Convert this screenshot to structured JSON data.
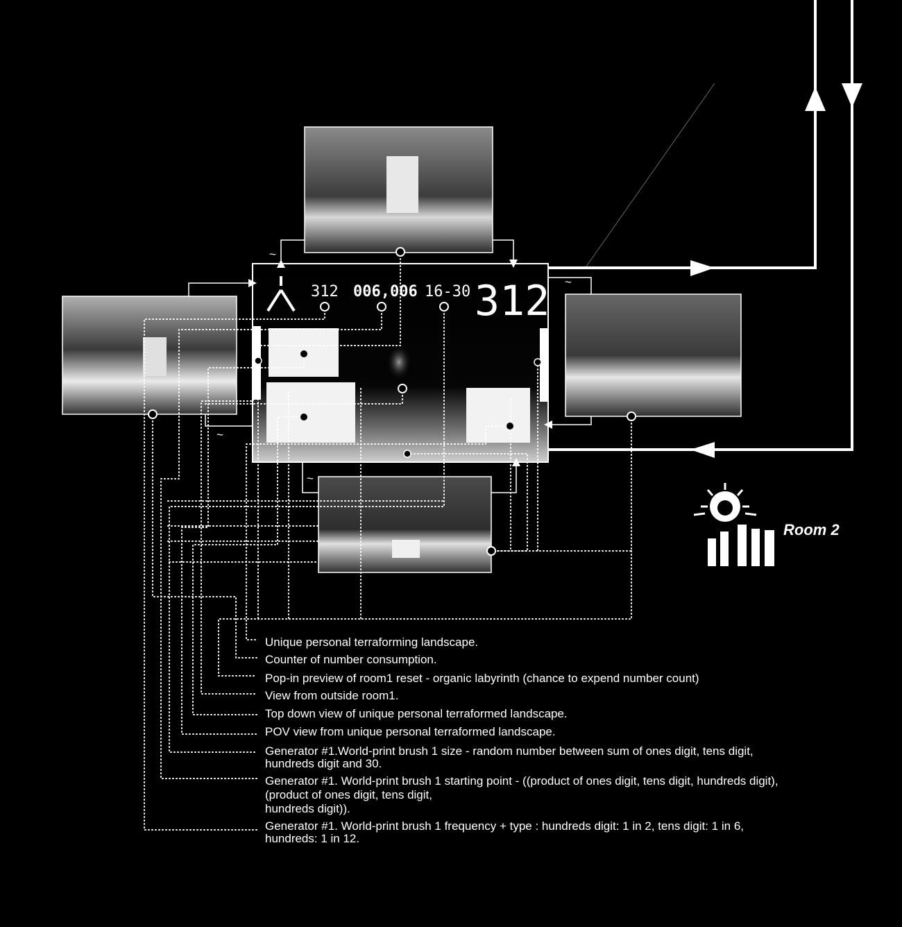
{
  "hud": {
    "number_a": "312",
    "counter": "006,006",
    "range": "16-30",
    "big_number": "312"
  },
  "tilde": "~",
  "legend_title": "Room 2",
  "labels": [
    [
      "Unique personal terraforming landscape."
    ],
    [
      "Counter of number consumption."
    ],
    [
      "Pop-in preview of room1 reset - organic labyrinth (chance to expend number count)"
    ],
    [
      "View from outside room1."
    ],
    [
      "Top down view of unique personal terraformed landscape."
    ],
    [
      "POV view from unique personal terraformed landscape."
    ],
    [
      "Generator #1.World-print brush 1 size - random number between sum of ones digit, tens digit,",
      "hundreds digit and 30."
    ],
    [
      "Generator #1. World-print brush 1 starting point - ((product of ones digit, tens digit, hundreds digit),",
      "(product of ones digit, tens digit,",
      "hundreds digit))."
    ],
    [
      "Generator #1. World-print brush 1 frequency + type : hundreds digit: 1 in 2, tens digit: 1 in 6,",
      "hundreds: 1 in 12."
    ]
  ],
  "colors": {
    "background": "#000000",
    "line": "#ffffff",
    "panel_dark": "#333333",
    "panel_light": "#f2f2f2"
  }
}
